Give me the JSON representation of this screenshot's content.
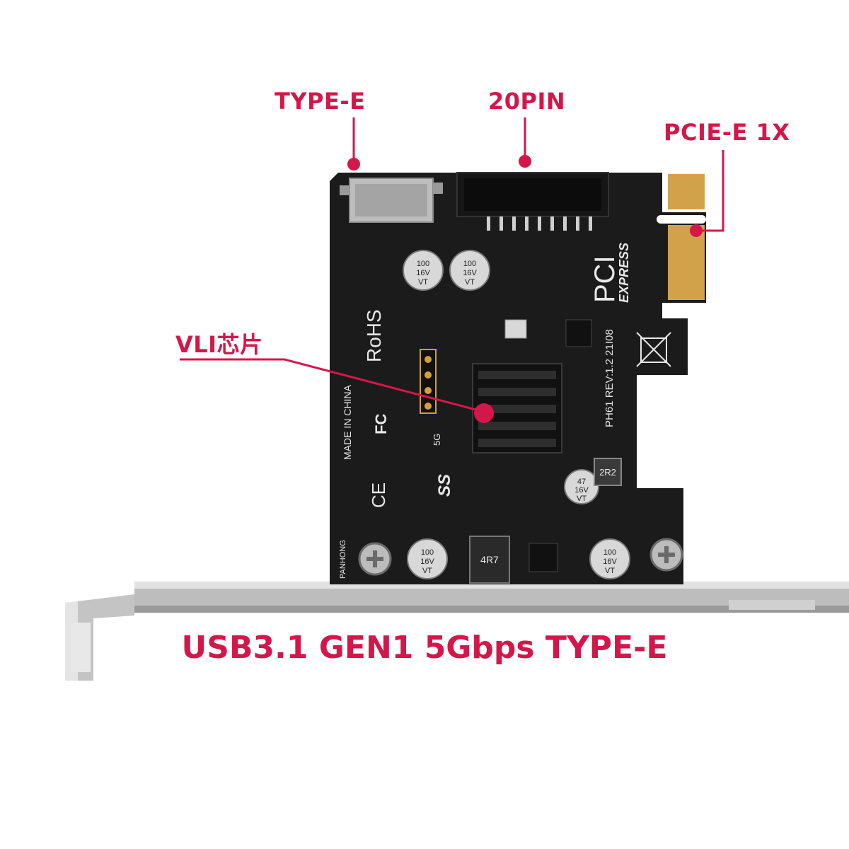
{
  "callouts": {
    "type_e": "TYPE-E",
    "pin20": "20PIN",
    "pcie": "PCIE-E 1X",
    "vli": "VLI芯片"
  },
  "caption": "USB3.1 GEN1 5Gbps TYPE-E",
  "board_silkscreen": {
    "rohs": "RoHS",
    "made_in": "MADE IN CHINA",
    "fc": "FC",
    "ce": "CE",
    "brand": "PANHONG",
    "pci": "PCI",
    "express": "EXPRESS",
    "revision": "PH61 REV:1.2  21I08",
    "ss_logo": "SS",
    "ss_speed": "5G",
    "inductor_small": "2R2",
    "inductor_large": "4R7"
  },
  "capacitors": {
    "cap_100": [
      "100",
      "16V",
      "VT"
    ],
    "cap_47": [
      "47",
      "16V",
      "VT"
    ]
  },
  "colors": {
    "accent": "#d4174a",
    "pcb": "#1b1b1b",
    "gold": "#d2a24a",
    "bracket": "#c9c9c9"
  }
}
